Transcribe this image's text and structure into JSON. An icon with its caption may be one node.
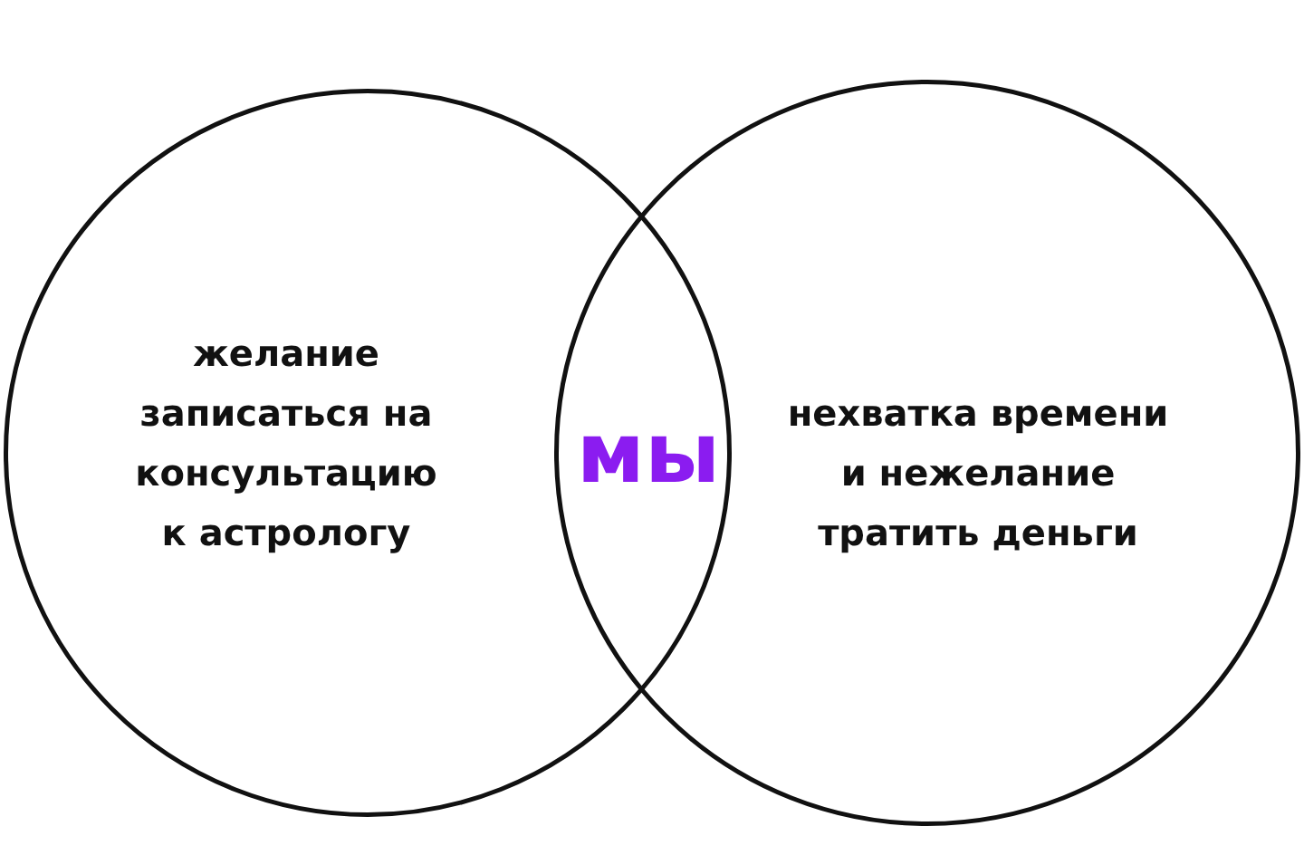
{
  "diagram": {
    "nodes": [
      {
        "text": [
          "желание записаться на консультацию к астрологу"
        ]
      },
      {
        "text": [
          "нехватка времени и нежелание тратить деньги"
        ]
      }
    ],
    "labels": [
      "мы"
    ]
  }
}
